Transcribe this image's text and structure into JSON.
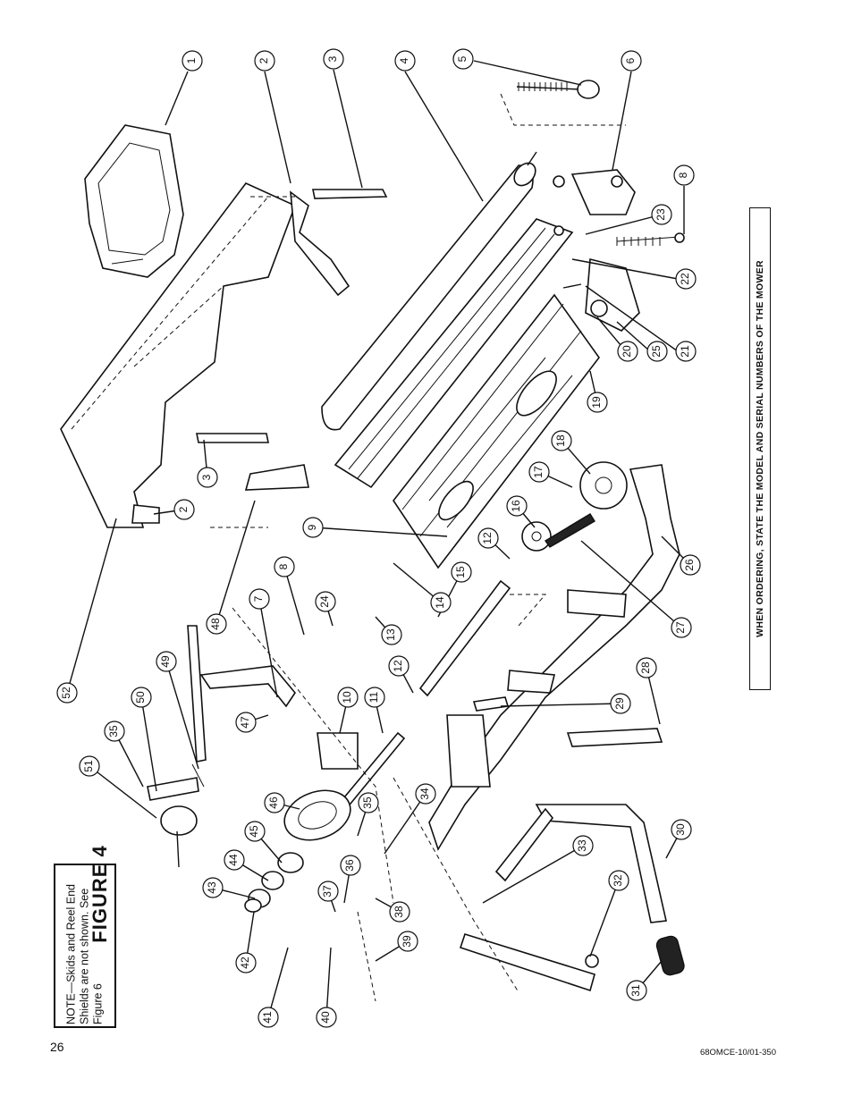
{
  "figure": {
    "title": "FIGURE  4",
    "ordering_note": "WHEN ORDERING, STATE THE MODEL AND SERIAL NUMBERS OF THE MOWER",
    "note": "NOTE—Skids and Reel End Shields are not shown. See Figure 6"
  },
  "footer": {
    "page_number": "26",
    "doc_id": "68OMCE-10/01-350"
  },
  "callouts": [
    "1",
    "2",
    "3",
    "4",
    "5",
    "6",
    "8",
    "23",
    "22",
    "21",
    "25",
    "20",
    "19",
    "18",
    "17",
    "16",
    "12",
    "9",
    "14",
    "13",
    "15",
    "26",
    "27",
    "24",
    "8",
    "48",
    "7",
    "3",
    "2",
    "52",
    "49",
    "47",
    "10",
    "11",
    "12",
    "29",
    "28",
    "50",
    "35",
    "51",
    "46",
    "45",
    "44",
    "43",
    "42",
    "36",
    "37",
    "38",
    "34",
    "35",
    "33",
    "30",
    "32",
    "31",
    "39",
    "40",
    "41"
  ]
}
